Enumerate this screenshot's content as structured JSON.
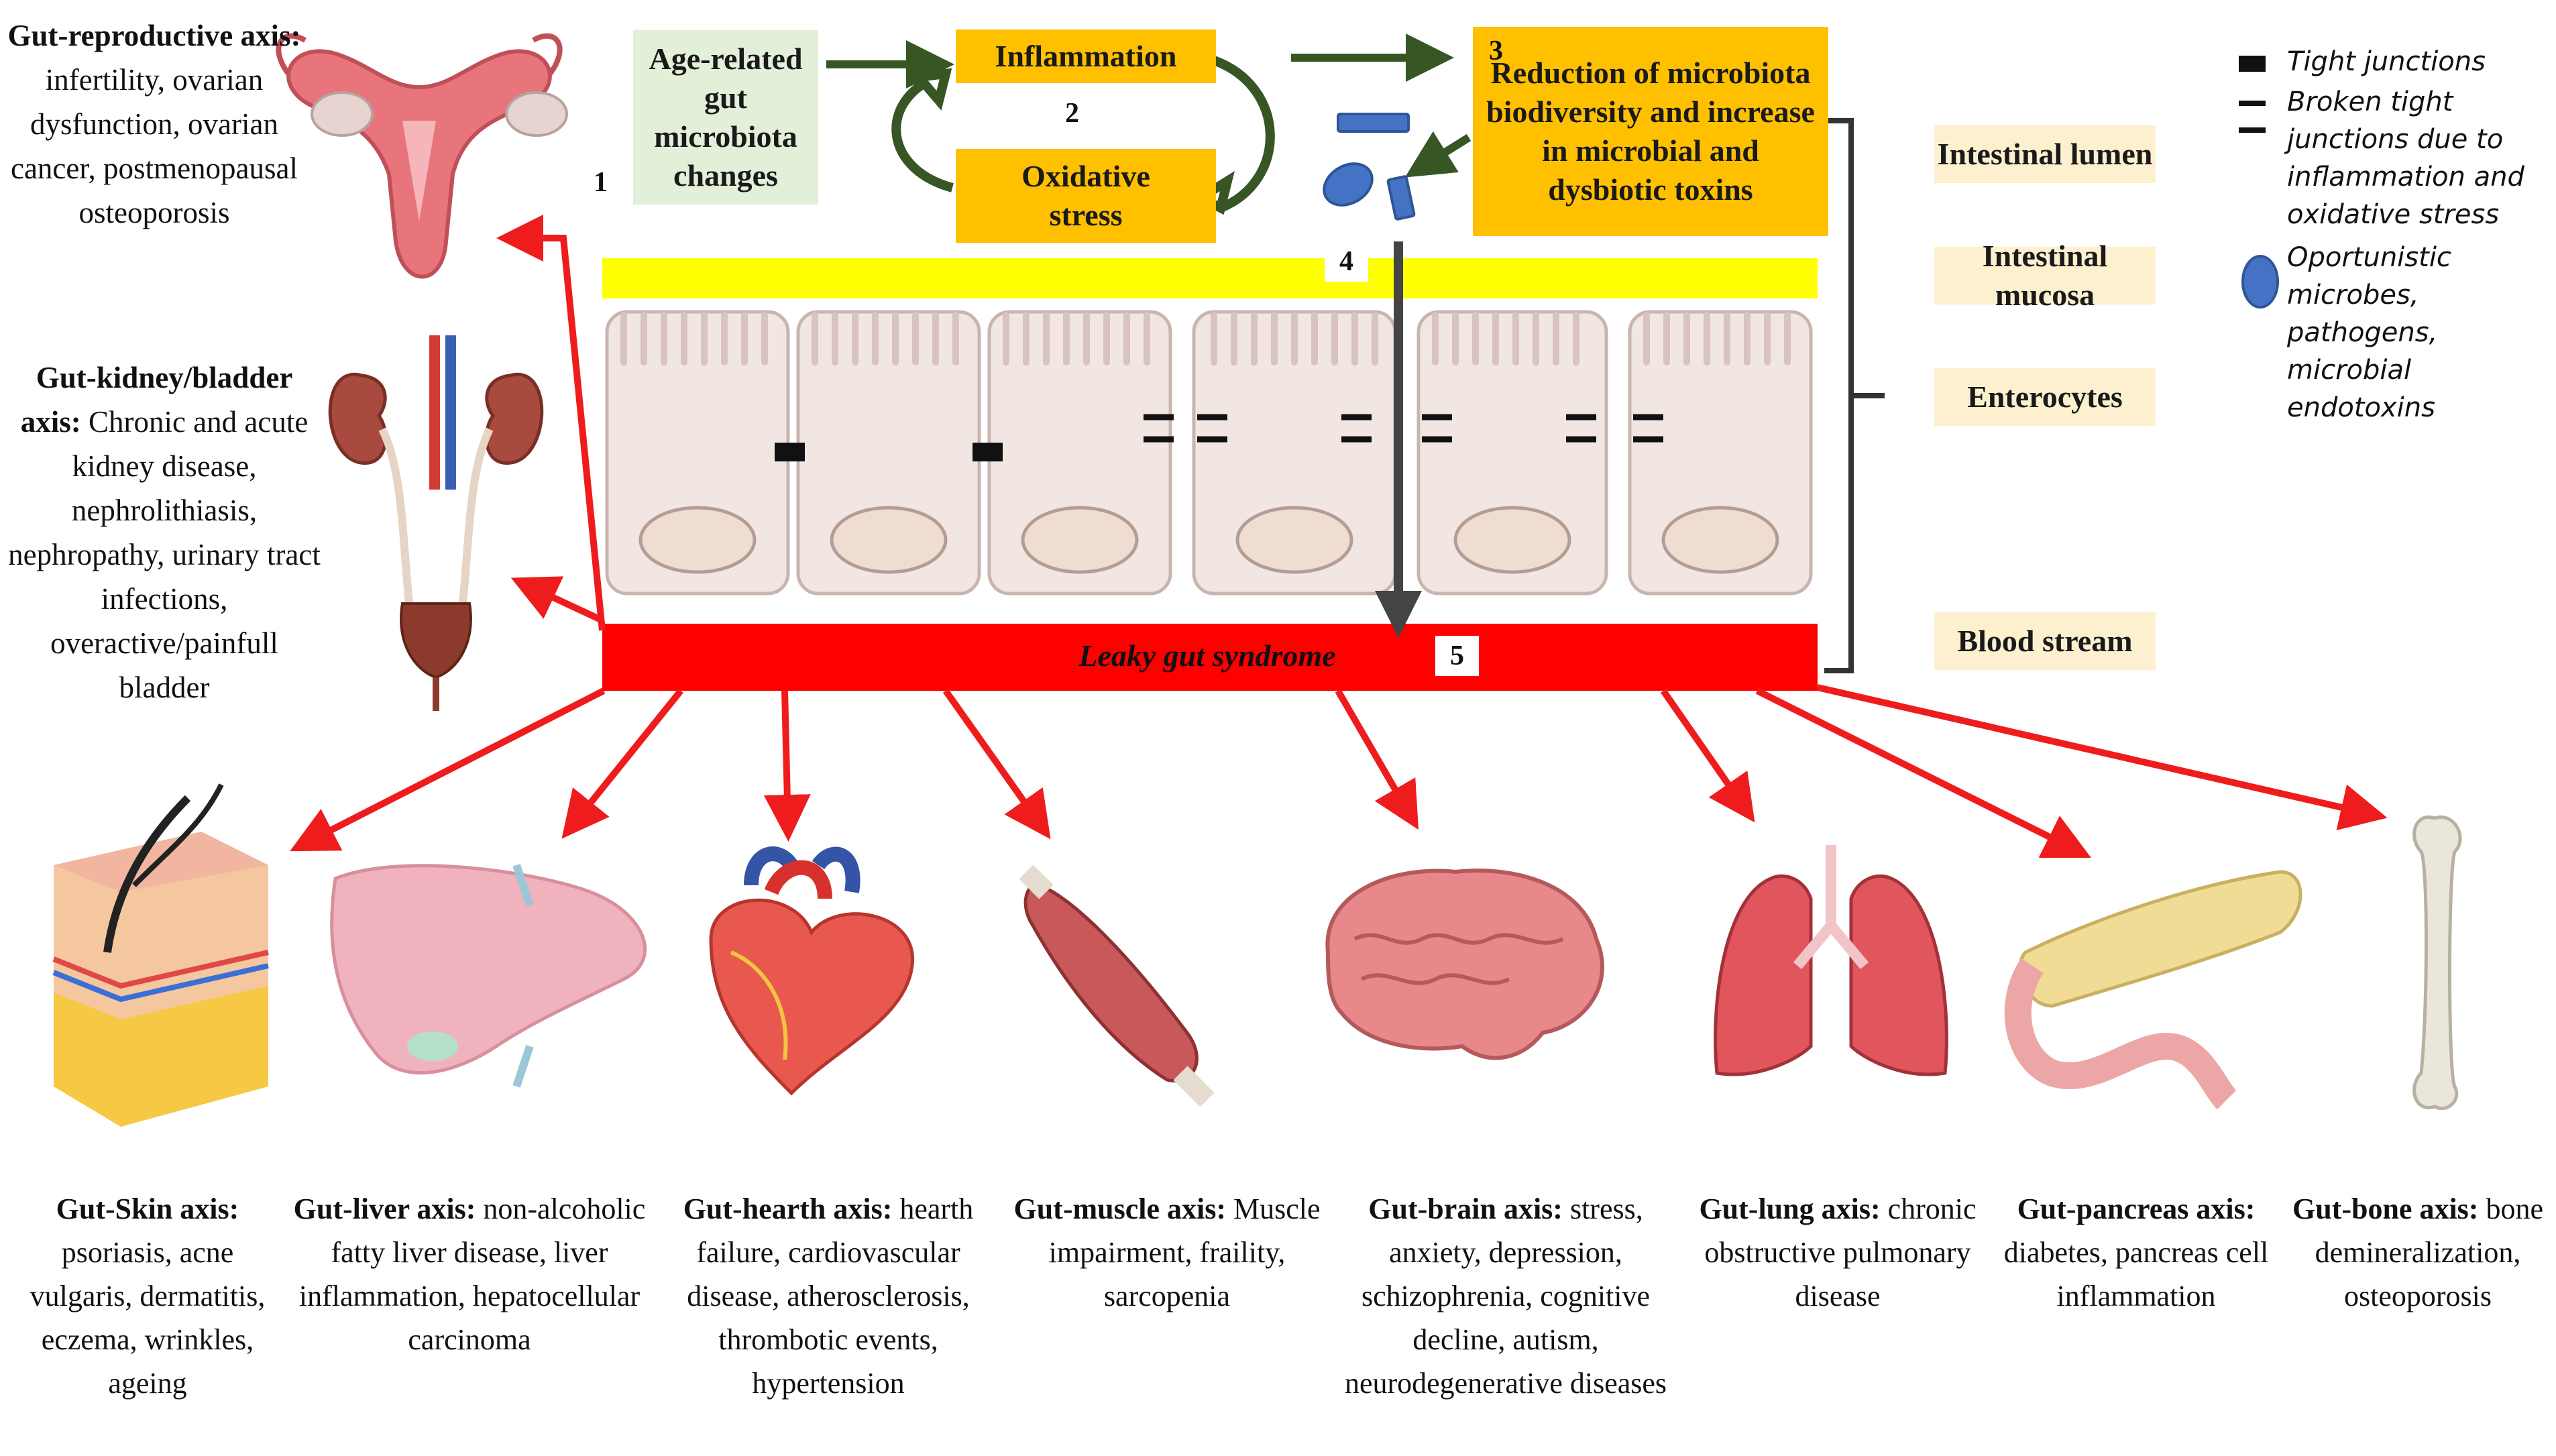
{
  "top": {
    "age_box": "Age-related gut microbiota changes",
    "inflammation": "Inflammation",
    "oxidative": "Oxidative stress",
    "reduction": "Reduction of microbiota biodiversity and increase in microbial and dysbiotic toxins",
    "n1": "1",
    "n2": "2",
    "n3": "3",
    "n4": "4",
    "n5": "5"
  },
  "layers": {
    "lumen": "Intestinal lumen",
    "mucosa": "Intestinal mucosa",
    "enterocytes": "Enterocytes",
    "blood": "Blood stream"
  },
  "legend": {
    "tight": "Tight junctions",
    "broken": "Broken tight junctions due to inflammation and oxidative stress",
    "microbes": "Oportunistic microbes, pathogens, microbial endotoxins"
  },
  "leaky": "Leaky gut syndrome",
  "left_axes": {
    "repro_head": "Gut-reproductive axis:",
    "repro_text": "infertility, ovarian dysfunction, ovarian cancer, postmenopausal osteoporosis",
    "kidney_head": "Gut-kidney/bladder axis:",
    "kidney_text": "Chronic and acute kidney disease, nephrolithiasis, nephropathy, urinary tract infections, overactive/painfull bladder"
  },
  "bottom_axes": [
    {
      "head": "Gut-Skin axis:",
      "text": "psoriasis, acne vulgaris, dermatitis, eczema, wrinkles, ageing"
    },
    {
      "head": "Gut-liver axis:",
      "text": "non-alcoholic fatty liver disease, liver inflammation, hepatocellular carcinoma"
    },
    {
      "head": "Gut-hearth axis:",
      "text": "hearth failure, cardiovascular disease, atherosclerosis, thrombotic events, hypertension"
    },
    {
      "head": "Gut-muscle axis:",
      "text": "Muscle impairment, fraility, sarcopenia"
    },
    {
      "head": "Gut-brain axis:",
      "text": "stress, anxiety, depression, schizophrenia, cognitive decline, autism, neurodegenerative diseases"
    },
    {
      "head": "Gut-lung axis:",
      "text": "chronic obstructive pulmonary disease"
    },
    {
      "head": "Gut-pancreas axis:",
      "text": "diabetes, pancreas cell inflammation"
    },
    {
      "head": "Gut-bone axis:",
      "text": "bone demineralization, osteoporosis"
    }
  ],
  "icons": [
    "uterus-icon",
    "kidney-bladder-icon",
    "skin-icon",
    "liver-icon",
    "heart-icon",
    "muscle-icon",
    "brain-icon",
    "lung-icon",
    "pancreas-icon",
    "bone-icon",
    "microbe-icon",
    "tight-junction-icon"
  ],
  "colors": {
    "orange": "#ffc000",
    "green_box": "#e2efd9",
    "beige": "#fdf0cf",
    "yellow": "#ffff00",
    "red": "#ff0000",
    "arrow_green": "#375623",
    "microbe_blue": "#4472c4"
  }
}
